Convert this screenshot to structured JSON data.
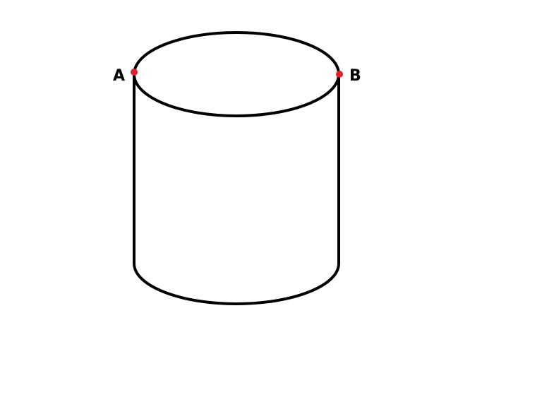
{
  "diagram": {
    "shape": "cylinder",
    "stroke_color": "#000000",
    "point_color": "#e0202a",
    "points": [
      {
        "label": "A"
      },
      {
        "label": "B"
      }
    ]
  }
}
